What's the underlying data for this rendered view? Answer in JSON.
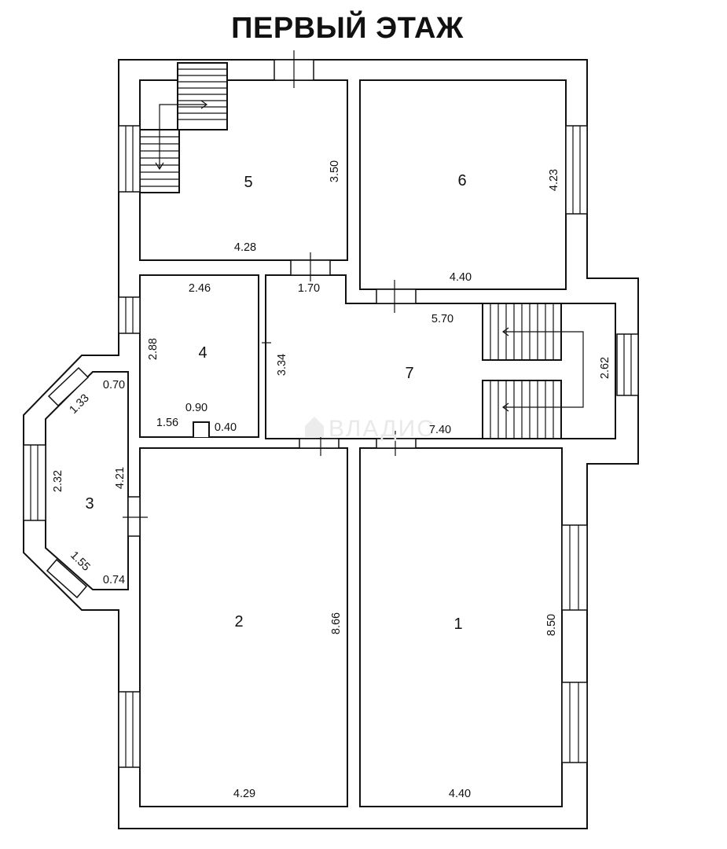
{
  "title": "ПЕРВЫЙ ЭТАЖ",
  "watermark": "ВЛАДИС",
  "rooms": [
    {
      "id": "1",
      "dims": [
        "8.50",
        "4.40"
      ]
    },
    {
      "id": "2",
      "dims": [
        "8.66",
        "4.29"
      ]
    },
    {
      "id": "3",
      "dims": [
        "4.21",
        "2.32",
        "1.33",
        "0.70",
        "1.55",
        "0.74"
      ]
    },
    {
      "id": "4",
      "dims": [
        "2.46",
        "2.88",
        "0.90",
        "1.56",
        "0.40"
      ]
    },
    {
      "id": "5",
      "dims": [
        "3.50",
        "4.28"
      ]
    },
    {
      "id": "6",
      "dims": [
        "4.23",
        "4.40"
      ]
    },
    {
      "id": "7",
      "dims": [
        "1.70",
        "5.70",
        "3.34",
        "2.62",
        "7.40"
      ]
    }
  ]
}
